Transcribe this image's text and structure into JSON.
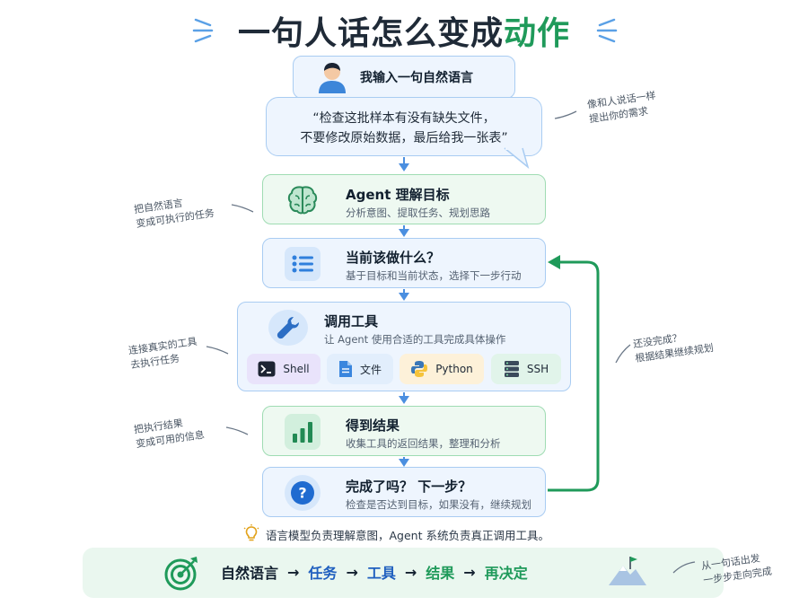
{
  "title": {
    "main": "一句人话怎么变成",
    "highlight": "动作"
  },
  "input": {
    "label": "我输入一句自然语言",
    "quote_line1": "“检查这批样本有没有缺失文件，",
    "quote_line2": "不要修改原始数据，最后给我一张表”"
  },
  "steps": [
    {
      "title": "Agent 理解目标",
      "subtitle": "分析意图、提取任务、规划思路",
      "icon": "brain-icon",
      "theme": "green"
    },
    {
      "title": "当前该做什么？",
      "subtitle": "基于目标和当前状态，选择下一步行动",
      "icon": "list-icon",
      "theme": "blue"
    },
    {
      "title": "调用工具",
      "subtitle": "让 Agent 使用合适的工具完成具体操作",
      "icon": "wrench-icon",
      "theme": "blue"
    },
    {
      "title": "得到结果",
      "subtitle": "收集工具的返回结果，整理和分析",
      "icon": "bar-chart-icon",
      "theme": "green"
    },
    {
      "title": "完成了吗？ 下一步？",
      "subtitle": "检查是否达到目标，如果没有，继续规划",
      "icon": "question-icon",
      "theme": "blue"
    }
  ],
  "tools": [
    {
      "label": "Shell",
      "icon": "terminal-icon",
      "color": "#e9e3fb"
    },
    {
      "label": "文件",
      "icon": "file-icon",
      "color": "#e2eefc"
    },
    {
      "label": "Python",
      "icon": "python-icon",
      "color": "#fdf1d9"
    },
    {
      "label": "SSH",
      "icon": "server-icon",
      "color": "#e1f4ea"
    }
  ],
  "notes": {
    "right_top_1": "像和人说话一样",
    "right_top_2": "提出你的需求",
    "left_1a": "把自然语言",
    "left_1b": "变成可执行的任务",
    "left_2a": "连接真实的工具",
    "left_2b": "去执行任务",
    "left_3a": "把执行结果",
    "left_3b": "变成可用的信息",
    "right_loop_1": "还没完成？",
    "right_loop_2": "根据结果继续规划",
    "bottom_right_1": "从一句话出发",
    "bottom_right_2": "一步步走向完成"
  },
  "tip": "语言模型负责理解意图，Agent 系统负责真正调用工具。",
  "flow": {
    "items": [
      "自然语言",
      "任务",
      "工具",
      "结果",
      "再决定"
    ],
    "arrow": "→"
  },
  "colors": {
    "accent_green": "#1f9a5a",
    "accent_blue": "#1f5fbf",
    "arrow_blue": "#4b8fe0"
  }
}
